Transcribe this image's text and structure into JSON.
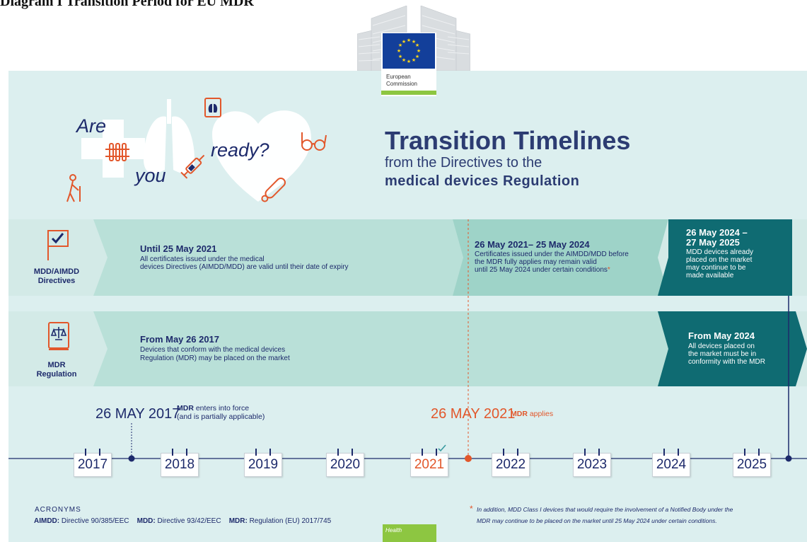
{
  "caption": "Diagram I Transition Period for EU MDR",
  "logo": {
    "line1": "European",
    "line2": "Commission"
  },
  "intro": {
    "word1": "Are",
    "word2": "you",
    "word3": "ready?"
  },
  "title": {
    "main": "Transition Timelines",
    "sub1": "from the Directives to the",
    "sub2": "medical devices Regulation"
  },
  "rows": {
    "mdd": {
      "label1": "MDD/AIMDD",
      "label2": "Directives",
      "seg1": {
        "title": "Until 25 May 2021",
        "line1": "All certificates issued under the medical",
        "line2": "devices Directives (AIMDD/MDD) are valid until their date of expiry"
      },
      "seg2": {
        "title": "26 May 2021– 25 May 2024",
        "line1": "Certificates issued under the AIMDD/MDD before",
        "line2": "the MDR fully applies may remain valid",
        "line3": "until 25 May 2024 under certain conditions",
        "star": "*"
      },
      "seg3": {
        "title1": "26 May 2024 –",
        "title2": "27 May 2025",
        "line1": "MDD devices already",
        "line2": "placed on the market",
        "line3": "may continue to be",
        "line4": "made available"
      }
    },
    "mdr": {
      "label1": "MDR",
      "label2": "Regulation",
      "seg1": {
        "title": "From May 26 2017",
        "line1": "Devices that conform with the medical devices",
        "line2": "Regulation (MDR) may be placed on the market"
      },
      "seg2": {
        "title": "From May 2024",
        "line1": "All devices placed on",
        "line2": "the market must be in",
        "line3": "conformity with the MDR"
      }
    }
  },
  "milestones": {
    "m1": {
      "date": "26 MAY 2017",
      "bold": "MDR",
      "text1": "enters into force",
      "text2": "(and is partially applicable)"
    },
    "m2": {
      "date": "26 MAY 2021",
      "bold": "MDR",
      "text": "applies"
    }
  },
  "years": [
    "2017",
    "2018",
    "2019",
    "2020",
    "2021",
    "2022",
    "2023",
    "2024",
    "2025"
  ],
  "acronyms": {
    "title": "ACRONYMS",
    "k1": "AIMDD:",
    "v1": "Directive 90/385/EEC",
    "k2": "MDD:",
    "v2": "Directive 93/42/EEC",
    "k3": "MDR:",
    "v3": "Regulation (EU) 2017/745"
  },
  "footnote": {
    "star": "*",
    "line1": "In addition, MDD Class I devices that would require the involvement of a Notified Body under the",
    "line2": "MDR may continue to be placed on the market until 25 May 2024 under certain conditions."
  },
  "health": "Health",
  "colors": {
    "navy": "#1d2a6b",
    "orange": "#e2572b",
    "band_light": "#b9e0d8",
    "band_mid": "#9ed3c8",
    "band_dark": "#0f6b72",
    "panel": "#dcefef",
    "green": "#8dc641"
  },
  "icons": [
    "flag-icon",
    "law-book-icon",
    "lungs-icon",
    "test-tubes-icon",
    "syringe-icon",
    "glasses-icon",
    "thermometer-icon",
    "elderly-person-icon",
    "calendar-icon"
  ]
}
